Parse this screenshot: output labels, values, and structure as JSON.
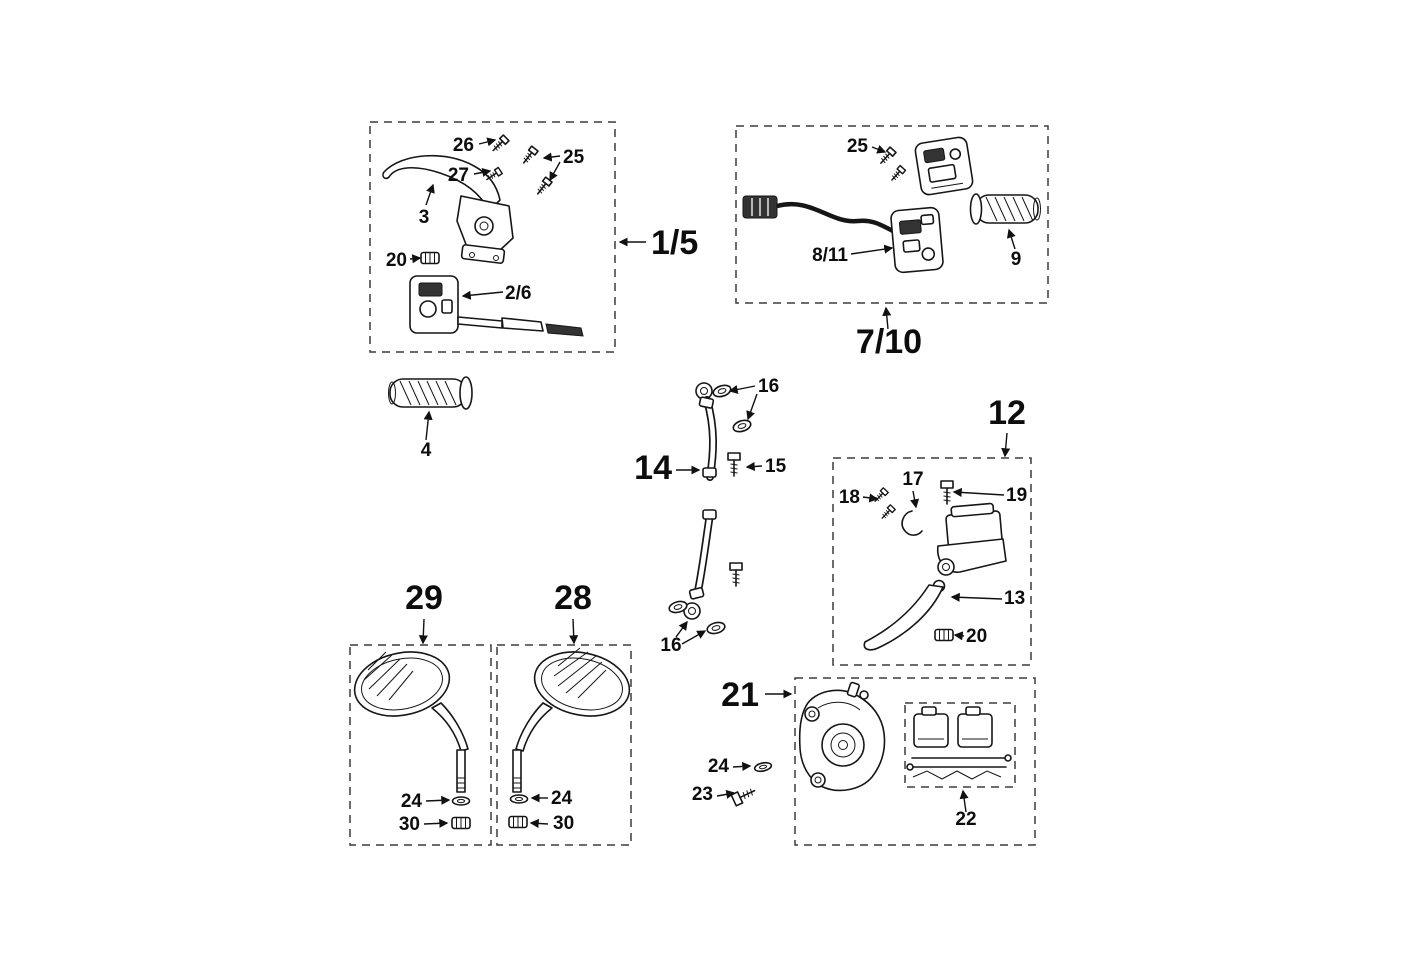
{
  "diagram": {
    "type": "exploded-parts-diagram",
    "background": "#ffffff",
    "line_color": "#161616"
  },
  "groups": [
    {
      "label": "1/5"
    },
    {
      "label": "7/10"
    },
    {
      "label": "14"
    },
    {
      "label": "12"
    },
    {
      "label": "21"
    },
    {
      "label": "29"
    },
    {
      "label": "28"
    }
  ],
  "parts": [
    {
      "text": "26"
    },
    {
      "text": "27"
    },
    {
      "text": "25"
    },
    {
      "text": "3"
    },
    {
      "text": "20"
    },
    {
      "text": "2/6"
    },
    {
      "text": "25"
    },
    {
      "text": "8/11"
    },
    {
      "text": "9"
    },
    {
      "text": "4"
    },
    {
      "text": "16"
    },
    {
      "text": "15"
    },
    {
      "text": "16"
    },
    {
      "text": "18"
    },
    {
      "text": "17"
    },
    {
      "text": "19"
    },
    {
      "text": "13"
    },
    {
      "text": "20"
    },
    {
      "text": "24"
    },
    {
      "text": "23"
    },
    {
      "text": "22"
    },
    {
      "text": "24"
    },
    {
      "text": "30"
    },
    {
      "text": "24"
    },
    {
      "text": "30"
    }
  ]
}
